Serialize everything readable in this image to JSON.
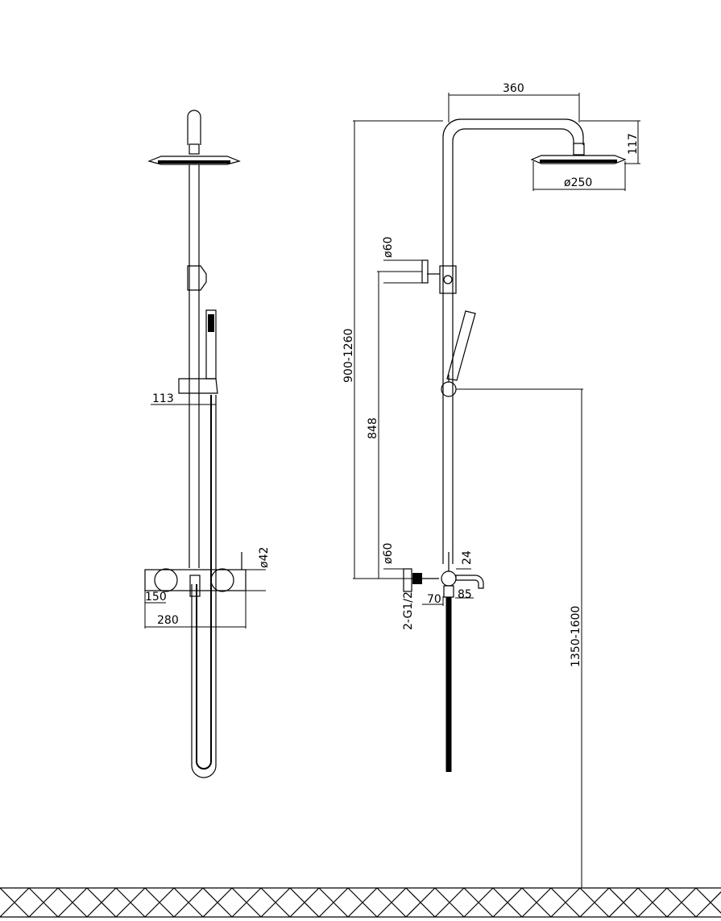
{
  "dimensions": {
    "front": {
      "d113": "113",
      "d42": "ø42",
      "d150": "150",
      "d280": "280"
    },
    "side": {
      "d360": "360",
      "d117": "117",
      "d250": "ø250",
      "d60_top": "ø60",
      "d900_1260": "900-1260",
      "d848": "848",
      "d60_bottom": "ø60",
      "d24": "24",
      "d_g12": "2-G1/2",
      "d70": "70",
      "d85": "85",
      "d1350_1600": "1350-1600"
    }
  },
  "colors": {
    "line": "#000000",
    "background": "#ffffff"
  },
  "icons": {
    "floor": "floor-hatch-pattern"
  }
}
